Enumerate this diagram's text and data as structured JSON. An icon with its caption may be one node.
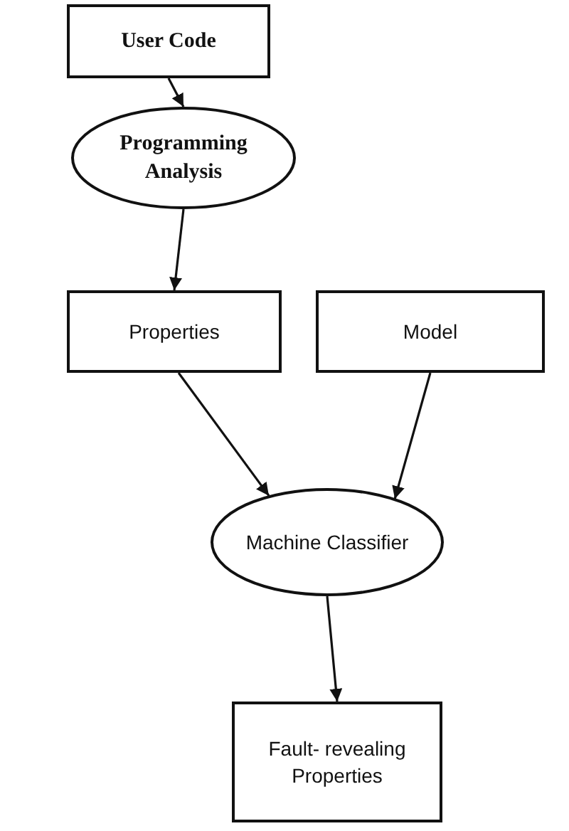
{
  "diagram": {
    "nodes": [
      {
        "text": [
          "User Code"
        ]
      },
      {
        "text": [
          "Programming Analysis"
        ]
      },
      {
        "text": [
          "Properties"
        ]
      },
      {
        "text": [
          "Model"
        ]
      },
      {
        "text": [
          "Machine Classifier"
        ]
      },
      {
        "text": [
          "Fault- revealing Properties"
        ]
      }
    ],
    "edges": [
      {
        "from": 0,
        "to": 1,
        "arrow": "to"
      },
      {
        "from": 1,
        "to": 2,
        "arrow": "to"
      },
      {
        "from": 2,
        "to": 4,
        "arrow": "to"
      },
      {
        "from": 3,
        "to": 4,
        "arrow": "to"
      },
      {
        "from": 4,
        "to": 5,
        "arrow": "to"
      }
    ]
  }
}
